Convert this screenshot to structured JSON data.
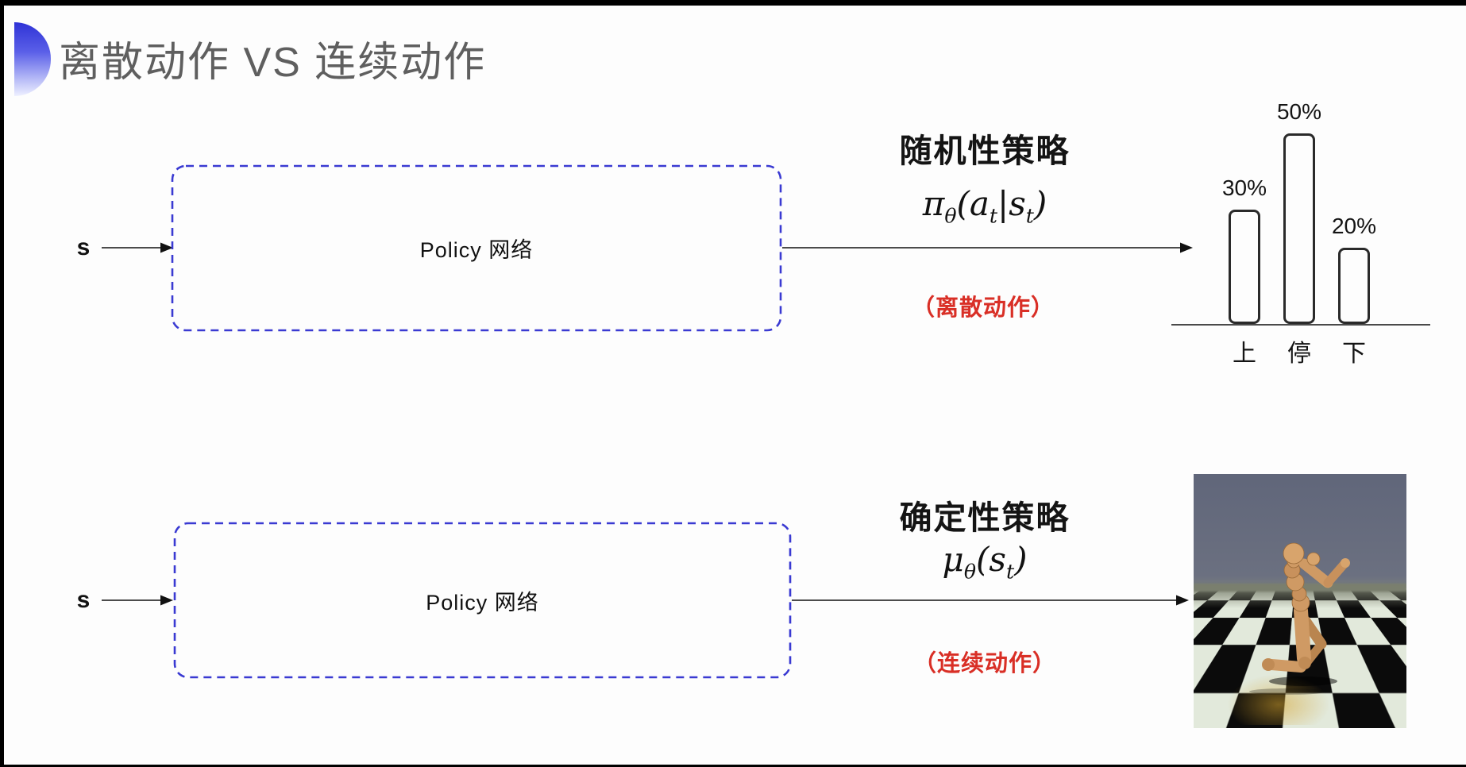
{
  "slide": {
    "title": "离散动作 VS 连续动作"
  },
  "top_flow": {
    "input_label": "s",
    "box_label": "Policy 网络",
    "policy_title": "随机性策略",
    "formula": {
      "pi": "π",
      "theta": "θ",
      "open_a": "(a",
      "t1": "t",
      "bar_s": "|s",
      "t2": "t",
      "close": ")"
    },
    "action_type": "（离散动作）"
  },
  "bottom_flow": {
    "input_label": "s",
    "box_label": "Policy 网络",
    "policy_title": "确定性策略",
    "formula": {
      "mu": "μ",
      "theta": "θ",
      "open_s": "(s",
      "t": "t",
      "close": ")"
    },
    "action_type": "（连续动作）"
  },
  "chart_data": {
    "type": "bar",
    "categories": [
      "上",
      "停",
      "下"
    ],
    "values": [
      30,
      50,
      20
    ],
    "value_labels": [
      "30%",
      "50%",
      "20%"
    ],
    "title": "",
    "xlabel": "",
    "ylabel": "",
    "ylim": [
      0,
      50
    ],
    "grid": false,
    "legend": "none",
    "bar_style": "outlined-rounded"
  },
  "icons": {
    "title_bullet": "blue-gradient-half-disc",
    "humanoid_image": "mujoco-humanoid-on-checkerboard-floor"
  },
  "colors": {
    "accent_blue": "#3a3ad2",
    "alert_red": "#d92f26",
    "title_gray": "#5f5f5f",
    "bar_outline": "#2a2a2a",
    "sky": "#636979",
    "floor_dark": "#0b0b0b",
    "floor_light": "#e2e9db",
    "body_tan": "#cf9a64"
  }
}
